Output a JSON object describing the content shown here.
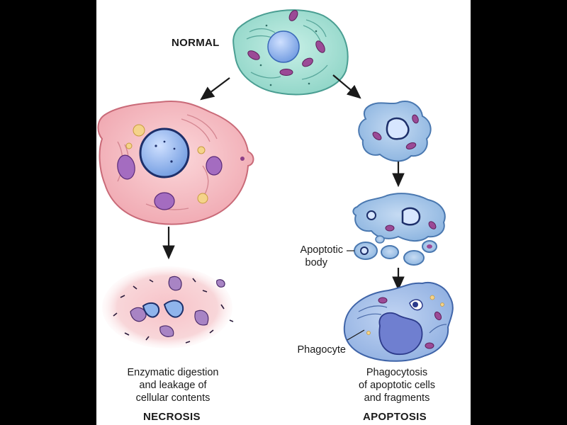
{
  "labels": {
    "normal": "NORMAL",
    "necrosis": "NECROSIS",
    "apoptosis": "APOPTOSIS",
    "apoptotic_body_line1": "Apoptotic",
    "apoptotic_body_line2": "body",
    "phagocyte": "Phagocyte",
    "necrosis_caption": [
      "Enzymatic digestion",
      "and leakage of",
      "cellular contents"
    ],
    "apoptosis_caption": [
      "Phagocytosis",
      "of apoptotic cells",
      "and fragments"
    ]
  },
  "colors": {
    "background": "#000000",
    "panel": "#ffffff",
    "normal_cell": "#9fdcd0",
    "necrotic_cell": "#f5b9c0",
    "apoptotic_cell": "#9cc3e6",
    "nucleus": "#8fb4ec",
    "mitochondria": "#8c3f87",
    "arrow": "#1a1a1a"
  }
}
